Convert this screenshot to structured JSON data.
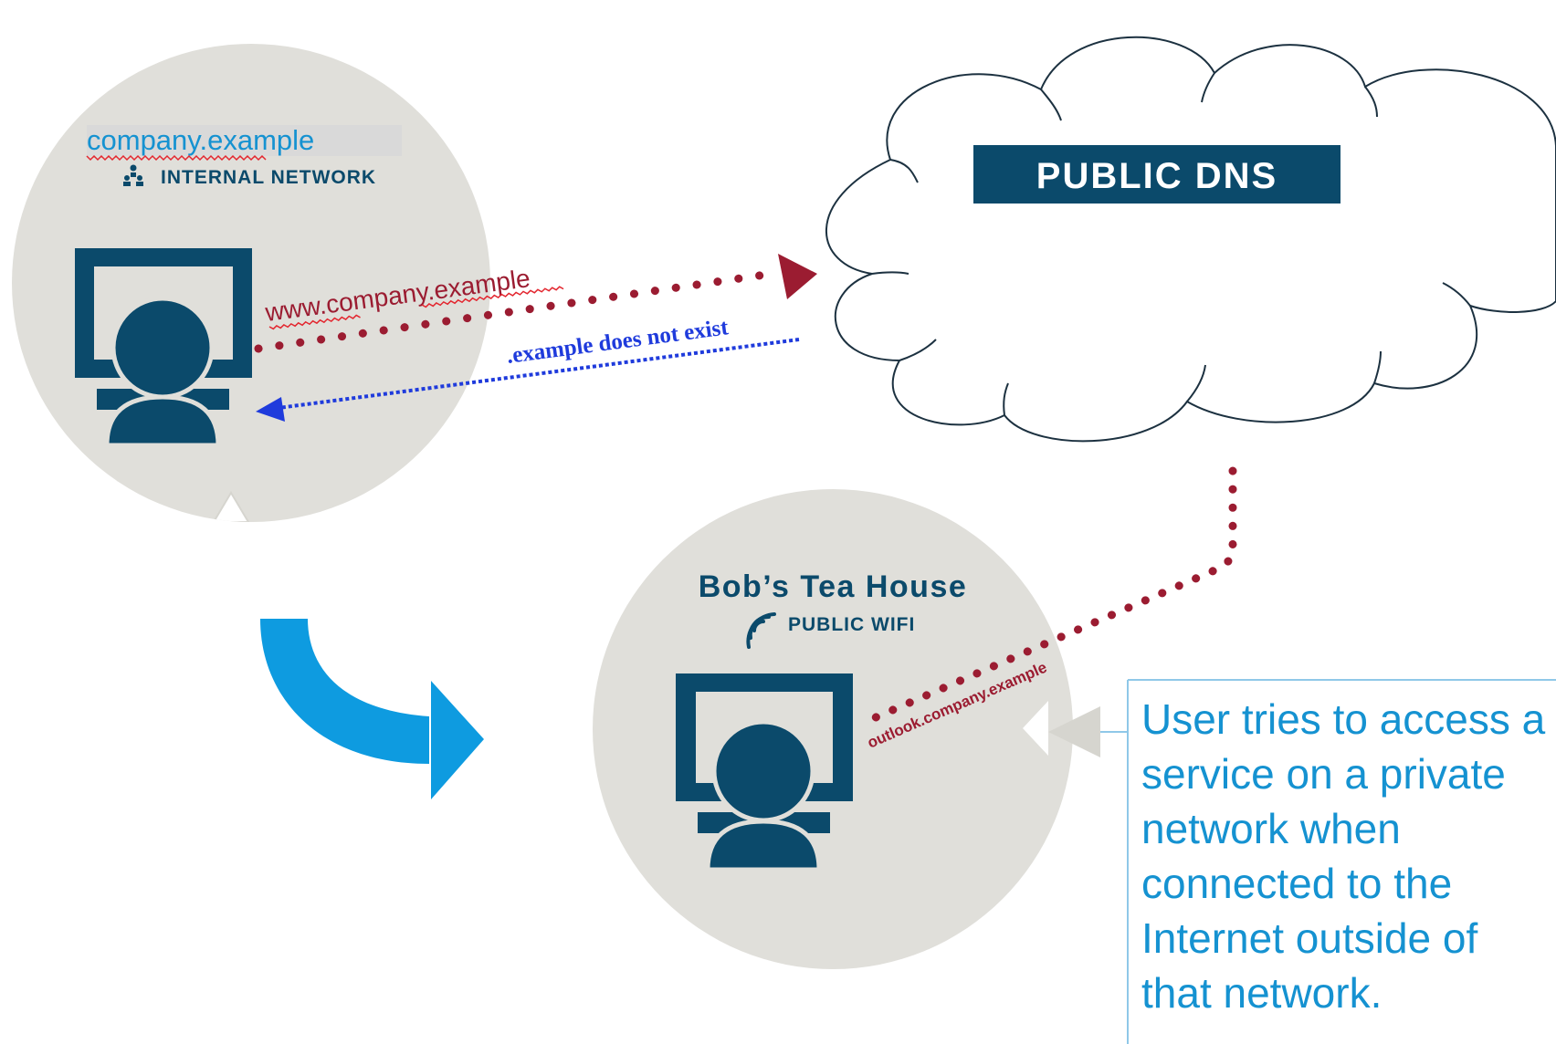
{
  "internal": {
    "domain": "company.example",
    "network_label": "INTERNAL NETWORK",
    "network_icon": "people-network-icon"
  },
  "dns": {
    "label": "PUBLIC DNS"
  },
  "query": {
    "request_label": "www.company.example",
    "response_label": ".example does not exist"
  },
  "tea_house": {
    "title": "Bob’s Tea House",
    "network_label": "PUBLIC WIFI",
    "network_icon": "wifi-icon",
    "request_label": "outlook.company.example"
  },
  "callout": {
    "text": "User tries to access a service on a private network when connected to the Internet outside of that network."
  },
  "colors": {
    "navy": "#0b4a6b",
    "circle_gray": "#e0dfda",
    "request_red": "#9b1c31",
    "response_blue": "#1f3bdc",
    "arrow_blue": "#0e9be0",
    "callout_blue": "#1592d1"
  }
}
